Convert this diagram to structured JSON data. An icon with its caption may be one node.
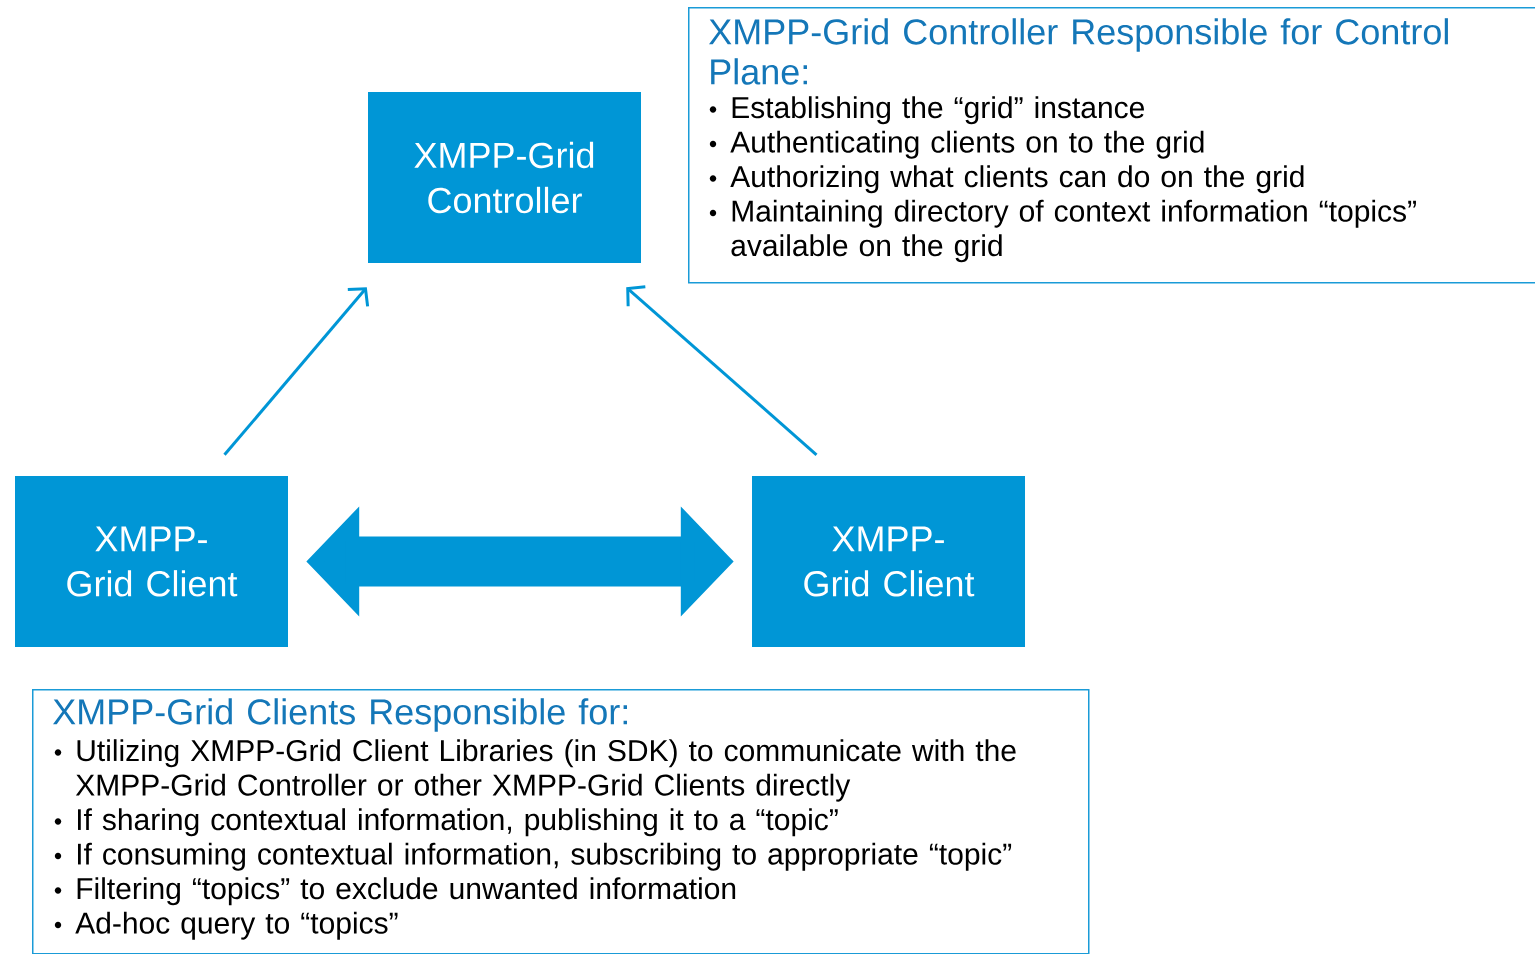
{
  "diagram": {
    "nodes": [
      {
        "text": [
          "XMPP-Grid Controller"
        ]
      },
      {
        "text": [
          "XMPP-Grid Client"
        ]
      },
      {
        "text": [
          "XMPP-Grid Client"
        ]
      },
      {
        "text": [
          "XMPP-Grid Controller Responsible for Control Plane:",
          "Establishing the “grid” instance",
          "Authenticating clients on to the grid",
          "Authorizing what clients can do on the grid",
          "Maintaining directory of context information “topics” available on the grid"
        ]
      },
      {
        "text": [
          "XMPP-Grid Clients Responsible for:",
          "Utilizing XMPP-Grid Client Libraries (in SDK) to communicate with the XMPP-Grid Controller or other XMPP-Grid Clients directly",
          "If sharing contextual information, publishing it to a “topic”",
          "If consuming contextual information, subscribing to appropriate “topic”",
          "Filtering “topics” to exclude unwanted information",
          "Ad-hoc query to “topics”"
        ]
      }
    ],
    "edges": [
      {
        "from": 1,
        "to": 0,
        "arrow": "to"
      },
      {
        "from": 2,
        "to": 0,
        "arrow": "to"
      },
      {
        "from": 1,
        "to": 2,
        "arrow": "both",
        "style": "thick"
      }
    ]
  }
}
